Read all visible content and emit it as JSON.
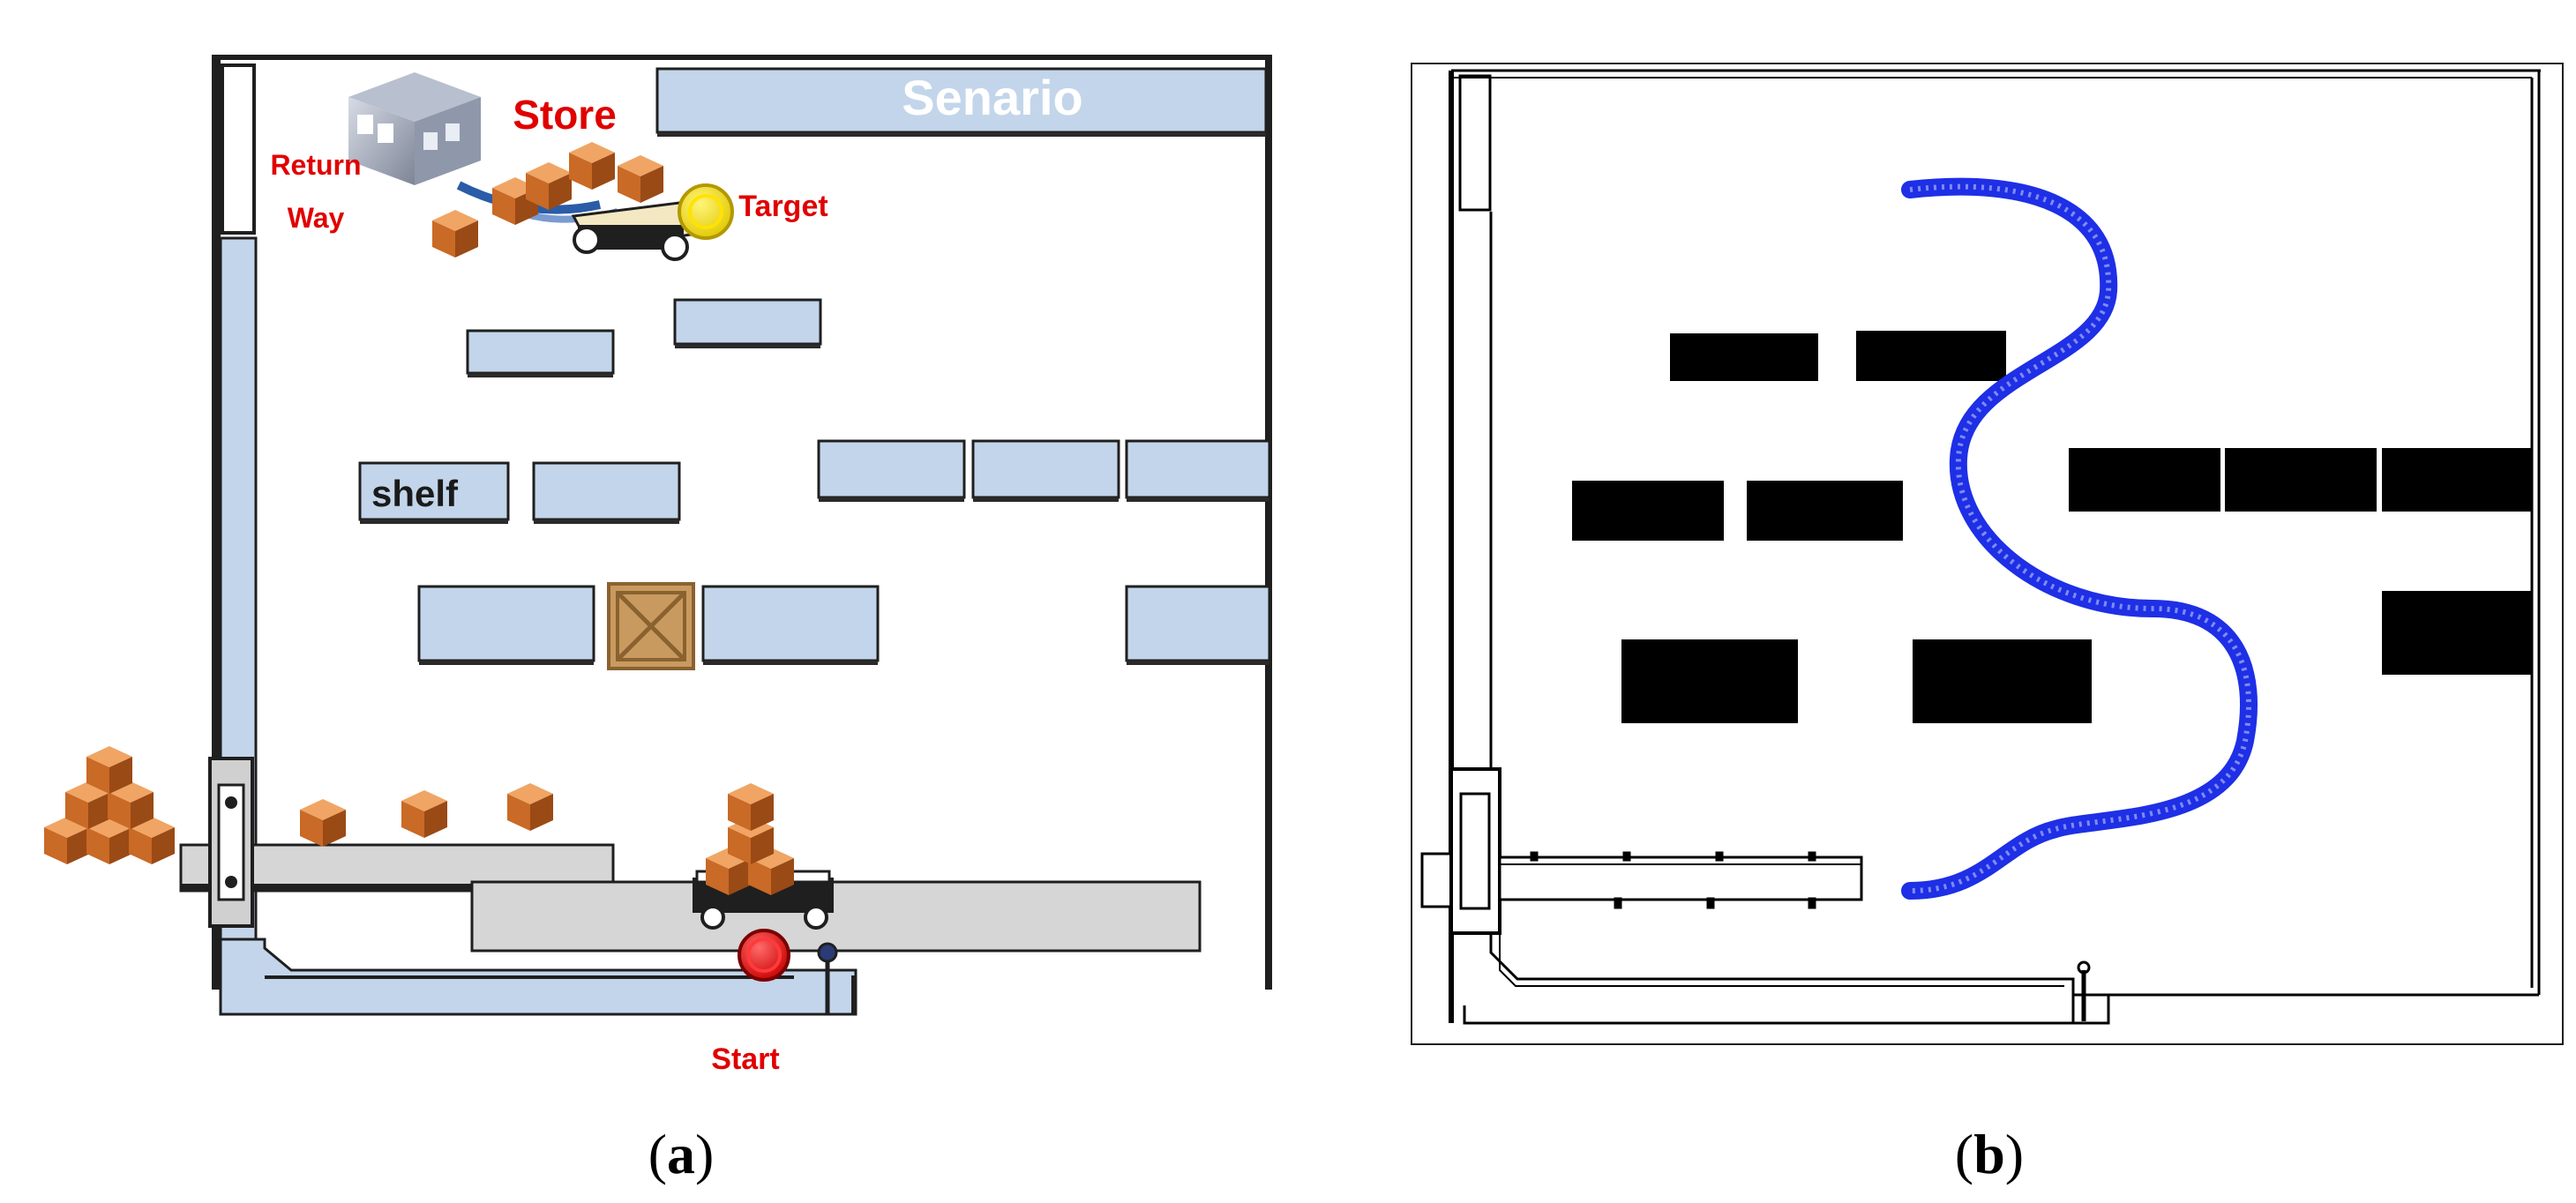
{
  "panel_a": {
    "title": "Senario",
    "labels": {
      "store": "Store",
      "return_way_line1": "Return",
      "return_way_line2": "Way",
      "target": "Target",
      "shelf": "shelf",
      "start": "Start"
    },
    "caption_open": "(",
    "caption_letter": "a",
    "caption_close": ")"
  },
  "panel_b": {
    "caption_open": "(",
    "caption_letter": "b",
    "caption_close": ")",
    "path_color": "#1e2fe6"
  },
  "colors": {
    "shelf_fill": "#c3d5ea",
    "label_red": "#e00000",
    "obstacle_black": "#000000",
    "conveyor_gray": "#d6d6d6"
  },
  "icons": [
    "warehouse-icon",
    "cardboard-box-icon",
    "cart-icon",
    "target-marker-icon",
    "start-marker-icon",
    "wooden-crate-icon"
  ]
}
